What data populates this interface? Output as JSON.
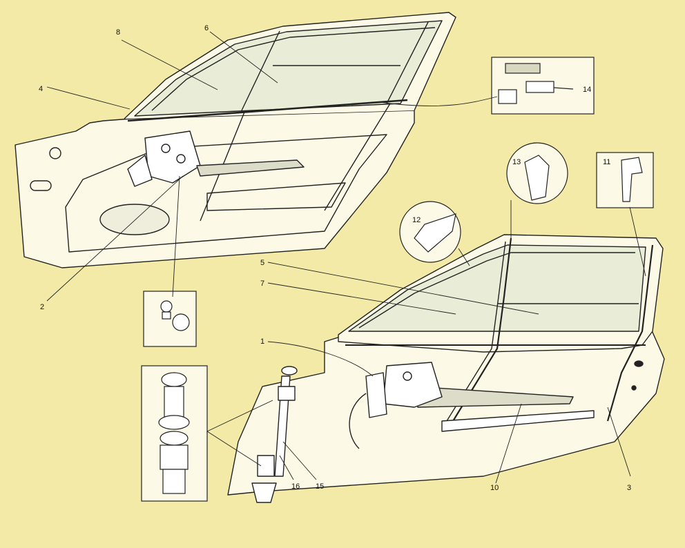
{
  "colors": {
    "background": "#f2eaa6",
    "panel": "#fcfae6",
    "ink": "#222222",
    "glass": "#e9ecd6"
  },
  "callouts": [
    {
      "id": "1",
      "label": "1"
    },
    {
      "id": "2",
      "label": "2"
    },
    {
      "id": "3",
      "label": "3"
    },
    {
      "id": "4",
      "label": "4"
    },
    {
      "id": "5",
      "label": "5"
    },
    {
      "id": "6",
      "label": "6"
    },
    {
      "id": "7",
      "label": "7"
    },
    {
      "id": "8",
      "label": "8"
    },
    {
      "id": "10",
      "label": "10"
    },
    {
      "id": "11",
      "label": "11"
    },
    {
      "id": "12",
      "label": "12"
    },
    {
      "id": "13",
      "label": "13"
    },
    {
      "id": "14",
      "label": "14"
    },
    {
      "id": "15",
      "label": "15"
    },
    {
      "id": "16",
      "label": "16"
    }
  ]
}
